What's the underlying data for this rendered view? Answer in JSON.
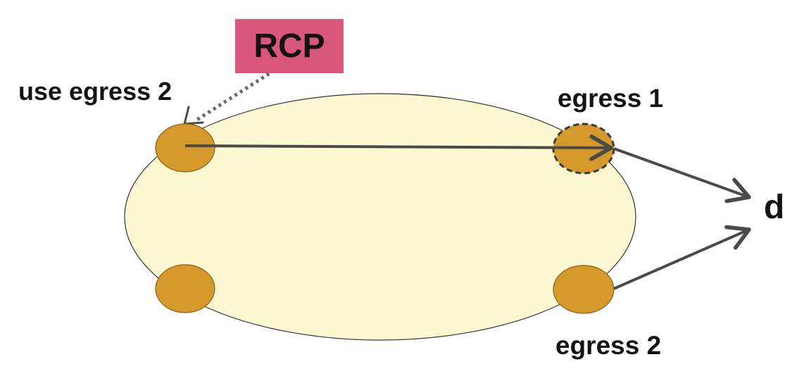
{
  "labels": {
    "rcp": "RCP",
    "use_egress": "use egress 2",
    "egress_1": "egress 1",
    "egress_2": "egress 2",
    "destination": "d"
  },
  "colors": {
    "domain_fill": "#fbf8d2",
    "router_fill": "#d6992b",
    "router_stroke": "#8a5f14",
    "rcp_box": "#d9577c",
    "arrow": "#4a4a4a",
    "text": "#141414"
  }
}
